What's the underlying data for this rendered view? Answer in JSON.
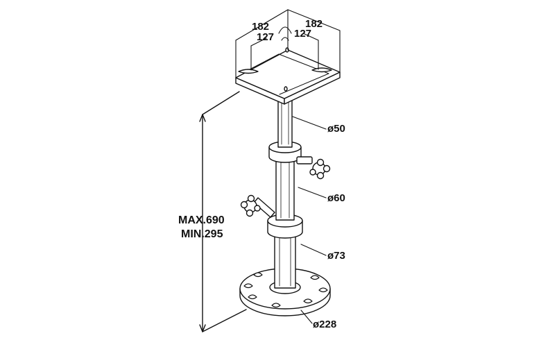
{
  "labels": {
    "top_width_left": "182",
    "top_width_right": "182",
    "hole_spacing_left": "127",
    "hole_spacing_right": "127",
    "tube_top": "ø50",
    "tube_middle": "ø60",
    "tube_bottom": "ø73",
    "base": "ø228",
    "height_max": "MAX.690",
    "height_min": "MIN.295"
  },
  "colors": {
    "stroke": "#111111",
    "fill": "#ffffff",
    "text": "#111111"
  }
}
